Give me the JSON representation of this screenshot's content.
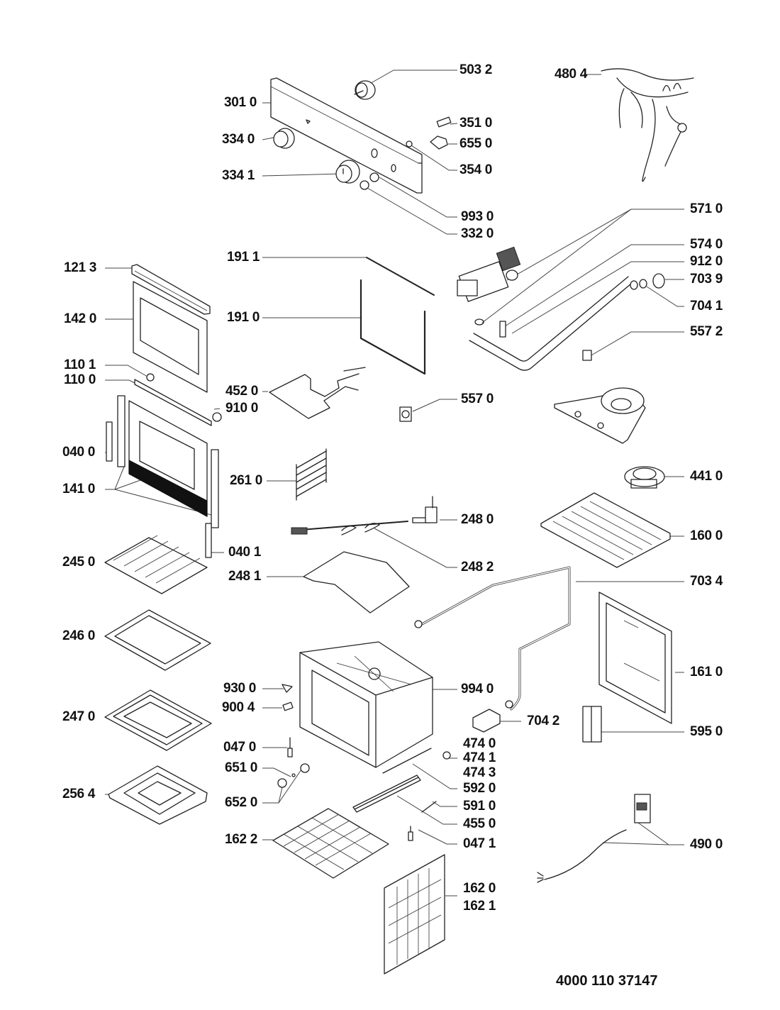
{
  "diagram": {
    "type": "exploded-parts-diagram",
    "subject": "built-in oven",
    "document_number": "4000 110 37147",
    "parts": {
      "p5032": "503 2",
      "p4804": "480 4",
      "p3010": "301 0",
      "p3510": "351 0",
      "p3340": "334 0",
      "p6550": "655 0",
      "p3540": "354 0",
      "p3341": "334 1",
      "p9930": "993 0",
      "p3320": "332 0",
      "p5710": "571 0",
      "p5740": "574 0",
      "p9120": "912 0",
      "p7039": "703 9",
      "p7041": "704 1",
      "p5572": "557 2",
      "p1213": "121 3",
      "p1911": "191 1",
      "p1420": "142 0",
      "p1910": "191 0",
      "p1101": "110 1",
      "p1100": "110 0",
      "p4520": "452 0",
      "p9100": "910 0",
      "p5570": "557 0",
      "p0400": "040 0",
      "p2610": "261 0",
      "p4410": "441 0",
      "p1410": "141 0",
      "p2480": "248 0",
      "p1600": "160 0",
      "p0401": "040 1",
      "p2450": "245 0",
      "p2482": "248 2",
      "p2481": "248 1",
      "p7034": "703 4",
      "p2460": "246 0",
      "p1610": "161 0",
      "p9300": "930 0",
      "p9940": "994 0",
      "p9004": "900 4",
      "p2470": "247 0",
      "p7042": "704 2",
      "p5950": "595 0",
      "p0470": "047 0",
      "p4740": "474 0",
      "p4741": "474 1",
      "p4743": "474 3",
      "p6510": "651 0",
      "p5920": "592 0",
      "p2564": "256 4",
      "p6520": "652 0",
      "p5910": "591 0",
      "p4550": "455 0",
      "p1622": "162 2",
      "p0471": "047 1",
      "p4900": "490 0",
      "p1620": "162 0",
      "p1621": "162 1"
    }
  }
}
